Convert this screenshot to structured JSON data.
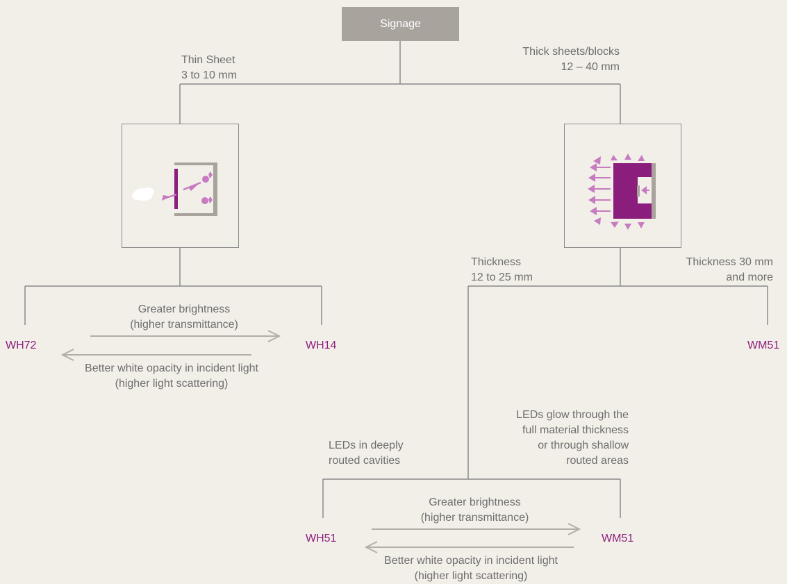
{
  "root": {
    "label": "Signage"
  },
  "branches": {
    "thin": {
      "label": "Thin Sheet\n3 to 10 mm"
    },
    "thick": {
      "label": "Thick sheets/blocks\n12 – 40 mm"
    }
  },
  "thin_group": {
    "left_product": "WH72",
    "right_product": "WH14",
    "forward_label": "Greater brightness\n(higher transmittance)",
    "backward_label": "Better white opacity in incident light\n(higher light scattering)"
  },
  "thick_group": {
    "left_label": "Thickness\n12 to 25 mm",
    "right_label": "Thickness 30 mm\nand more",
    "right_product": "WM51",
    "sub": {
      "left_label": "LEDs in deeply\nrouted cavities",
      "right_label": "LEDs glow through the\nfull material thickness\nor through shallow\nrouted areas",
      "left_product": "WH51",
      "right_product": "WM51",
      "forward_label": "Greater brightness\n(higher transmittance)",
      "backward_label": "Better white opacity in incident light\n(higher light scattering)"
    }
  },
  "colors": {
    "accent": "#8b1d7c",
    "led": "#c77bc0",
    "line": "#8a8a8a",
    "root_fill": "#a8a39c",
    "background": "#f2efe9"
  }
}
